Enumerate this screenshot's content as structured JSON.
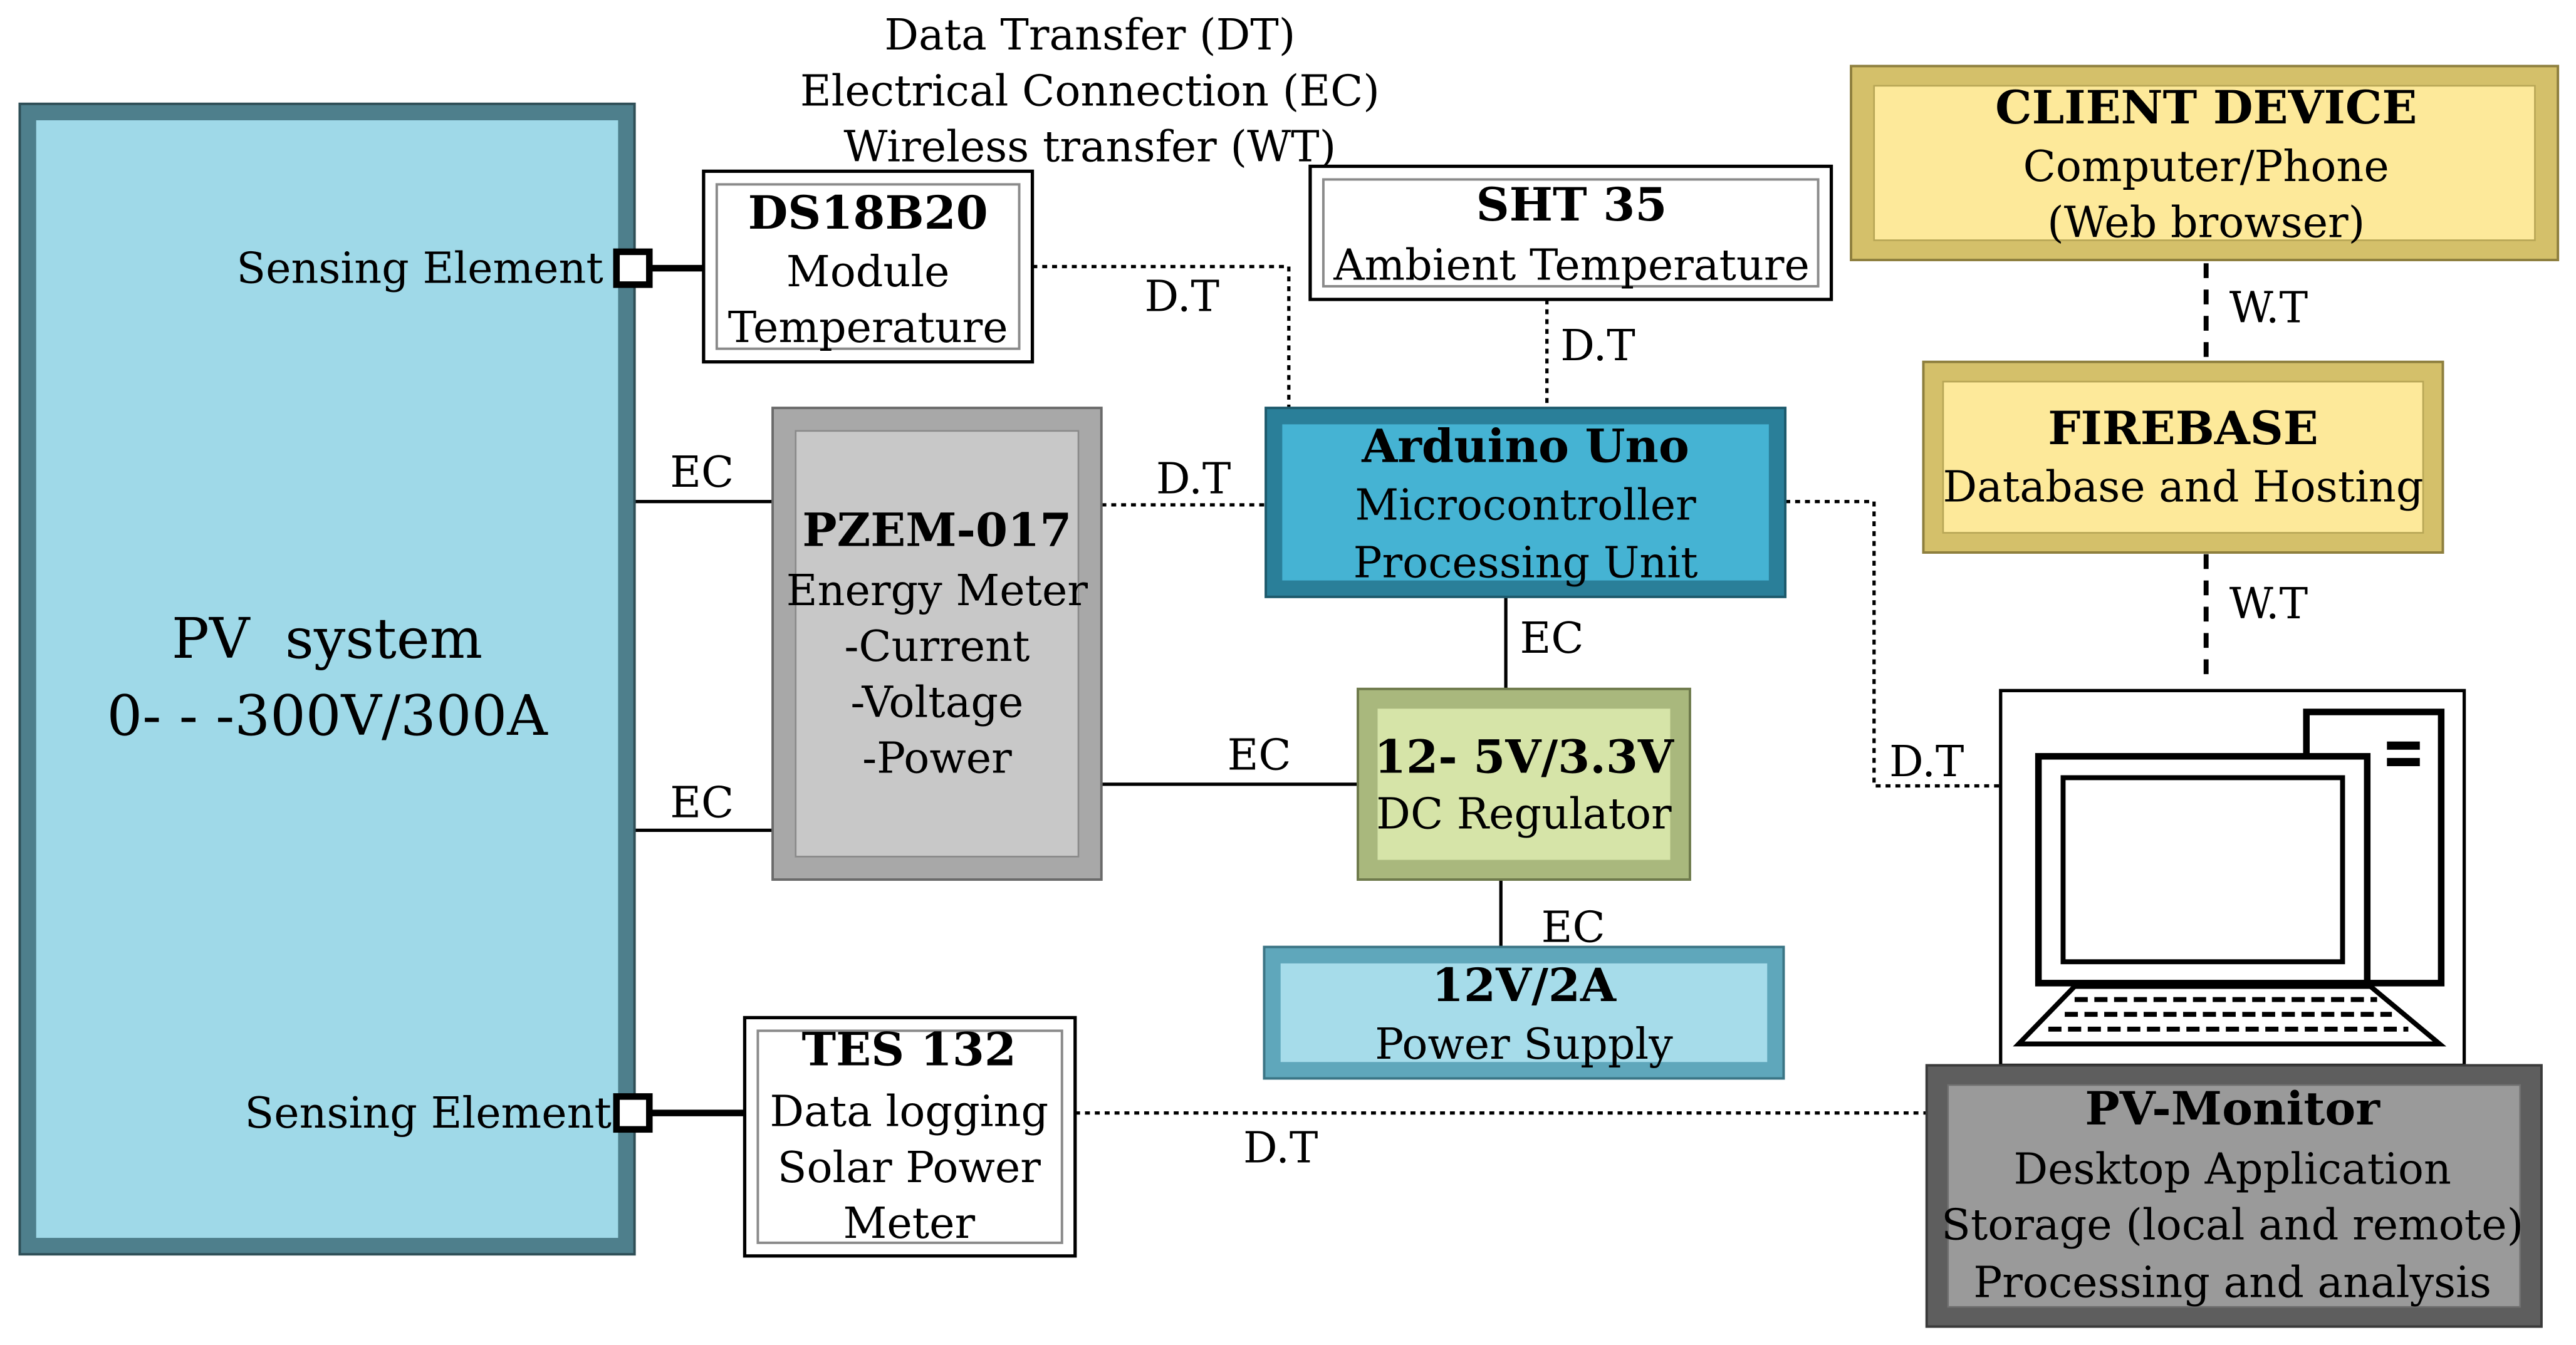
{
  "legend": {
    "dt": "Data Transfer (DT)",
    "ec": "Electrical Connection (EC)",
    "wt": "Wireless transfer (WT)"
  },
  "pv_system": {
    "title": "PV  system",
    "range": "0- - -300V/300A",
    "sensing_top": "Sensing Element",
    "sensing_bottom": "Sensing Element",
    "color": "#9fd9e8"
  },
  "ds18b20": {
    "title": "DS18B20",
    "line1": "Module",
    "line2": "Temperature"
  },
  "sht35": {
    "title": "SHT 35",
    "line1": "Ambient Temperature"
  },
  "pzem": {
    "title": "PZEM-017",
    "line1": "Energy Meter",
    "line2": "-Current",
    "line3": "-Voltage",
    "line4": "-Power",
    "color": "#c8c8c8"
  },
  "arduino": {
    "title": "Arduino Uno",
    "line1": "Microcontroller",
    "line2": "Processing Unit",
    "color": "#45b3d3"
  },
  "regulator": {
    "title": "12- 5V/3.3V",
    "line1": "DC Regulator",
    "color": "#d6e4a8"
  },
  "power_supply": {
    "title": "12V/2A",
    "line1": "Power Supply",
    "color": "#a6dcea"
  },
  "tes132": {
    "title": "TES 132",
    "line1": "Data logging",
    "line2": "Solar Power",
    "line3": "Meter"
  },
  "client": {
    "title": "CLIENT DEVICE",
    "line1": "Computer/Phone",
    "line2": "(Web browser)",
    "color": "#fde99a"
  },
  "firebase": {
    "title": "FIREBASE",
    "line1": "Database and Hosting",
    "color": "#fde99a"
  },
  "pv_monitor": {
    "title": "PV-Monitor",
    "line1": "Desktop Application",
    "line2": "Storage (local and remote)",
    "line3": "Processing and analysis",
    "color": "#9a9a9a"
  },
  "connections": {
    "ec_pv_top": "EC",
    "ec_pv_bottom": "EC",
    "ec_pzem_reg": "EC",
    "ec_arduino_reg": "EC",
    "ec_reg_power": "EC",
    "dt_ds18b20": "D.T",
    "dt_pzem": "D.T",
    "dt_sht35": "D.T",
    "dt_arduino_pc": "D.T",
    "dt_tes_monitor": "D.T",
    "wt_client": "W.T",
    "wt_firebase": "W.T"
  },
  "icons": {
    "computer": "desktop-computer-icon",
    "connector": "square-connector-icon"
  }
}
